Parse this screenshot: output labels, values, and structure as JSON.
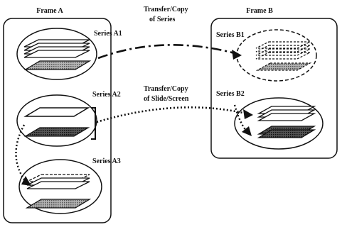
{
  "frames": {
    "a": {
      "title": "Frame A"
    },
    "b": {
      "title": "Frame B"
    }
  },
  "series": {
    "a1": "Series A1",
    "a2": "Series A2",
    "a3": "Series A3",
    "b1": "Series B1",
    "b2": "Series B2"
  },
  "transfers": {
    "series_copy": {
      "line1": "Transfer/Copy",
      "line2": "of Series"
    },
    "slide_copy": {
      "line1": "Transfer/Copy",
      "line2": "of Slide/Screen"
    }
  },
  "colors": {
    "ink": "#111111",
    "shade": "#8a8a8a",
    "dark_shade": "#4a4a4a"
  },
  "icons": [
    "slide-stack-icon",
    "shaded-slide-icon",
    "bracket-icon",
    "arrow-head-icon"
  ]
}
